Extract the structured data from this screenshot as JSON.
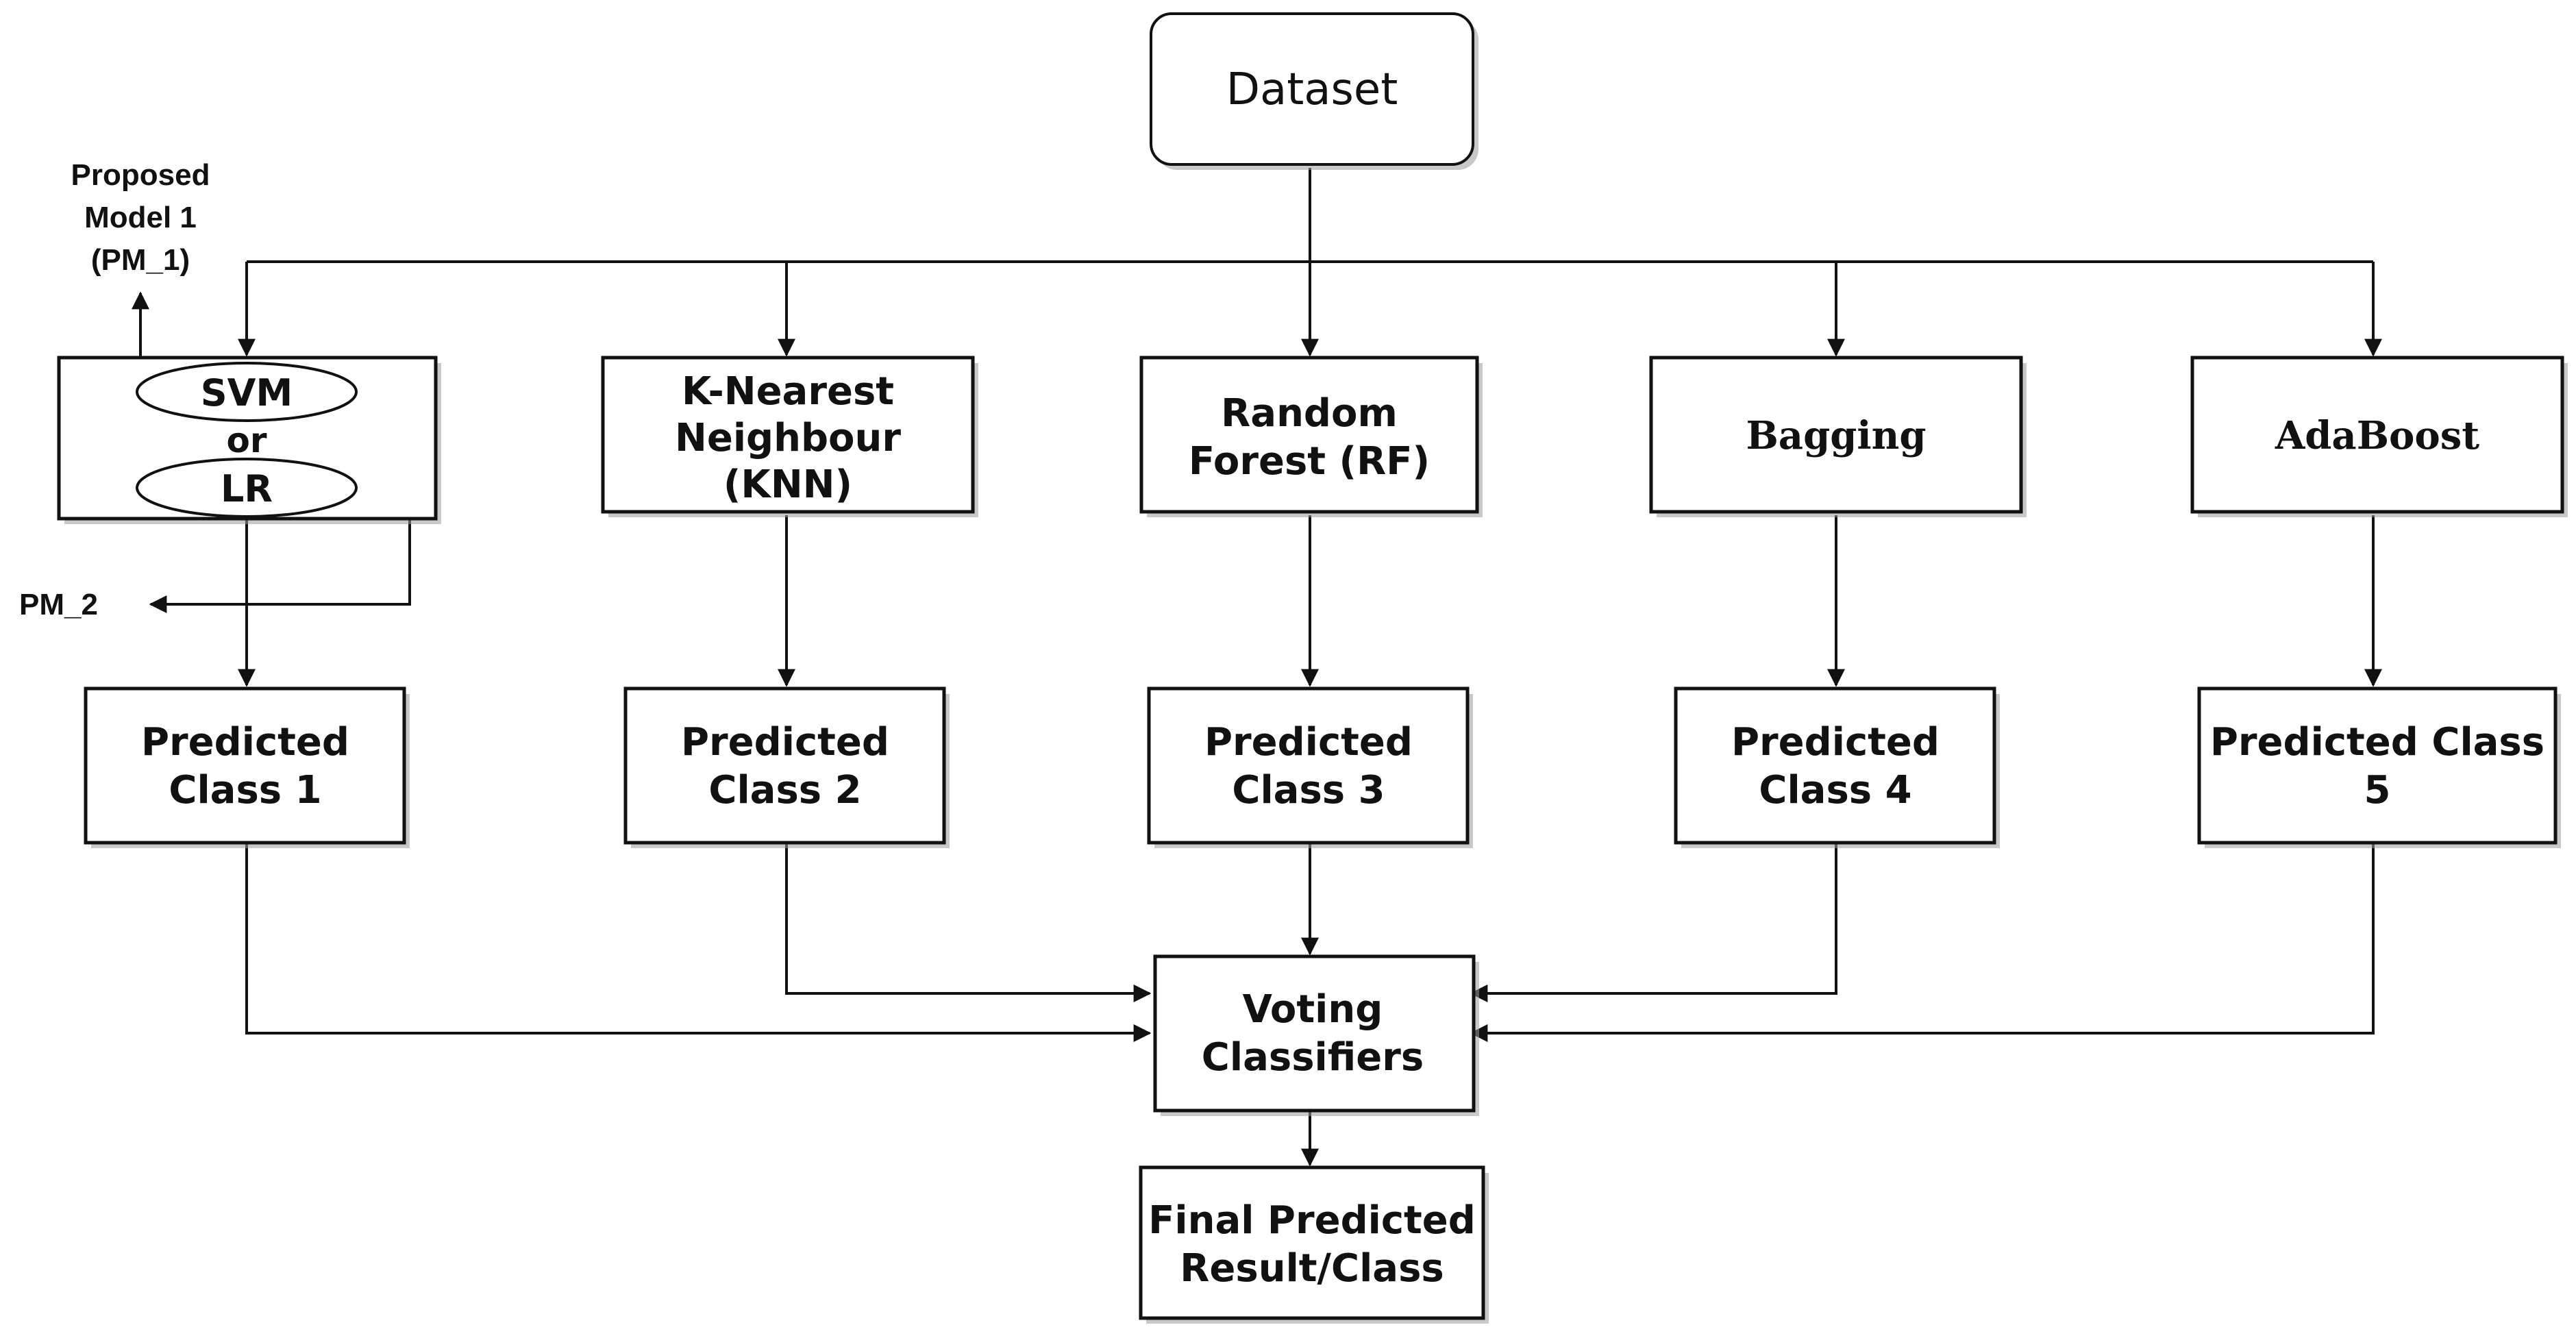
{
  "dataset": {
    "label": "Dataset"
  },
  "annotations": {
    "pm1": [
      "Proposed",
      "Model 1",
      "(PM_1)"
    ],
    "pm2": "PM_2"
  },
  "svm_lr": {
    "svm": "SVM",
    "or": "or",
    "lr": "LR"
  },
  "models": {
    "knn": [
      "K-Nearest",
      "Neighbour",
      "(KNN)"
    ],
    "rf": [
      "Random",
      "Forest (RF)"
    ],
    "bagging": "Bagging",
    "adaboost": "AdaBoost"
  },
  "predicted": {
    "p1": [
      "Predicted",
      "Class 1"
    ],
    "p2": [
      "Predicted",
      "Class 2"
    ],
    "p3": [
      "Predicted",
      "Class 3"
    ],
    "p4": [
      "Predicted",
      "Class 4"
    ],
    "p5": [
      "Predicted Class",
      "5"
    ]
  },
  "voting": [
    "Voting",
    "Classifiers"
  ],
  "final": [
    "Final Predicted",
    "Result/Class"
  ],
  "colors": {
    "stroke": "#111111",
    "background": "#ffffff",
    "shadow": "#9a9a9a"
  }
}
